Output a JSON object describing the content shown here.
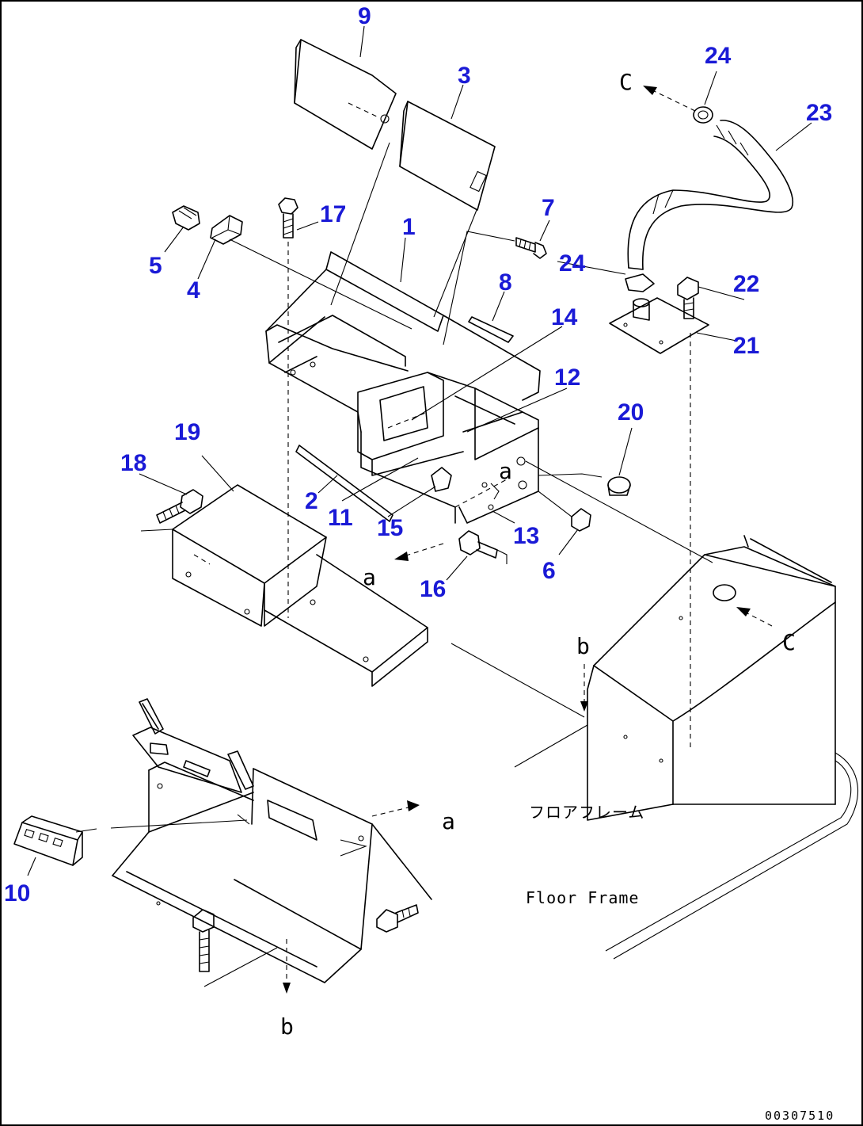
{
  "diagram": {
    "callouts": [
      "1",
      "2",
      "3",
      "4",
      "5",
      "6",
      "7",
      "8",
      "9",
      "10",
      "11",
      "12",
      "13",
      "14",
      "15",
      "16",
      "17",
      "18",
      "19",
      "20",
      "21",
      "22",
      "23",
      "24",
      "24"
    ],
    "view_refs": [
      "a",
      "a",
      "a",
      "b",
      "b",
      "C",
      "C"
    ],
    "floor_frame_jp": "フロアフレーム",
    "floor_frame_en": "Floor Frame",
    "drawing_code": "00307510",
    "colors": {
      "callout": "#1a1ad6",
      "line": "#000000",
      "background": "#ffffff"
    }
  }
}
